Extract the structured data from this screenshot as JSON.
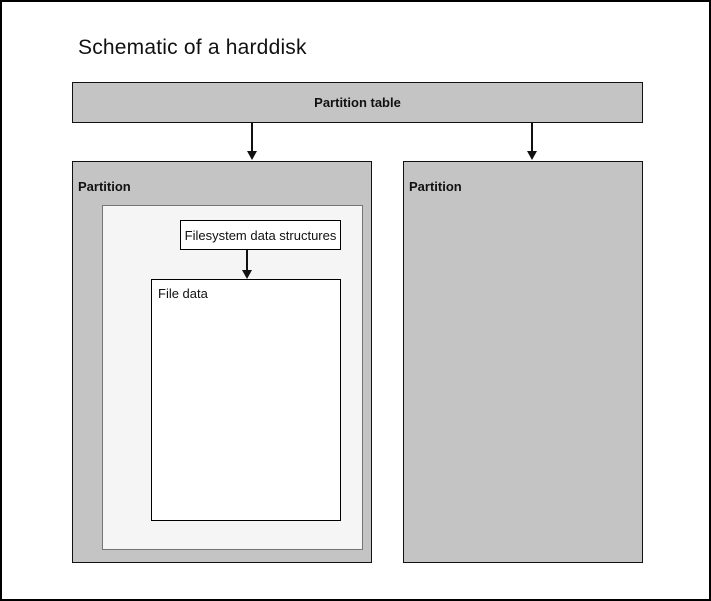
{
  "title": "Schematic of a harddisk",
  "colors": {
    "canvas_border": "#000000",
    "partition_fill": "#c4c4c4",
    "partition_border": "#111111",
    "inner_area_fill": "#f5f5f5",
    "inner_area_border": "#757575",
    "box_fill": "#ffffff",
    "box_border": "#000000",
    "arrow": "#111111",
    "text": "#111111"
  },
  "partition_table": {
    "label": "Partition table"
  },
  "partitions": {
    "left": {
      "label": "Partition",
      "filesystem_box": {
        "label": "Filesystem data structures"
      },
      "file_data_box": {
        "label": "File data"
      }
    },
    "right": {
      "label": "Partition"
    }
  }
}
